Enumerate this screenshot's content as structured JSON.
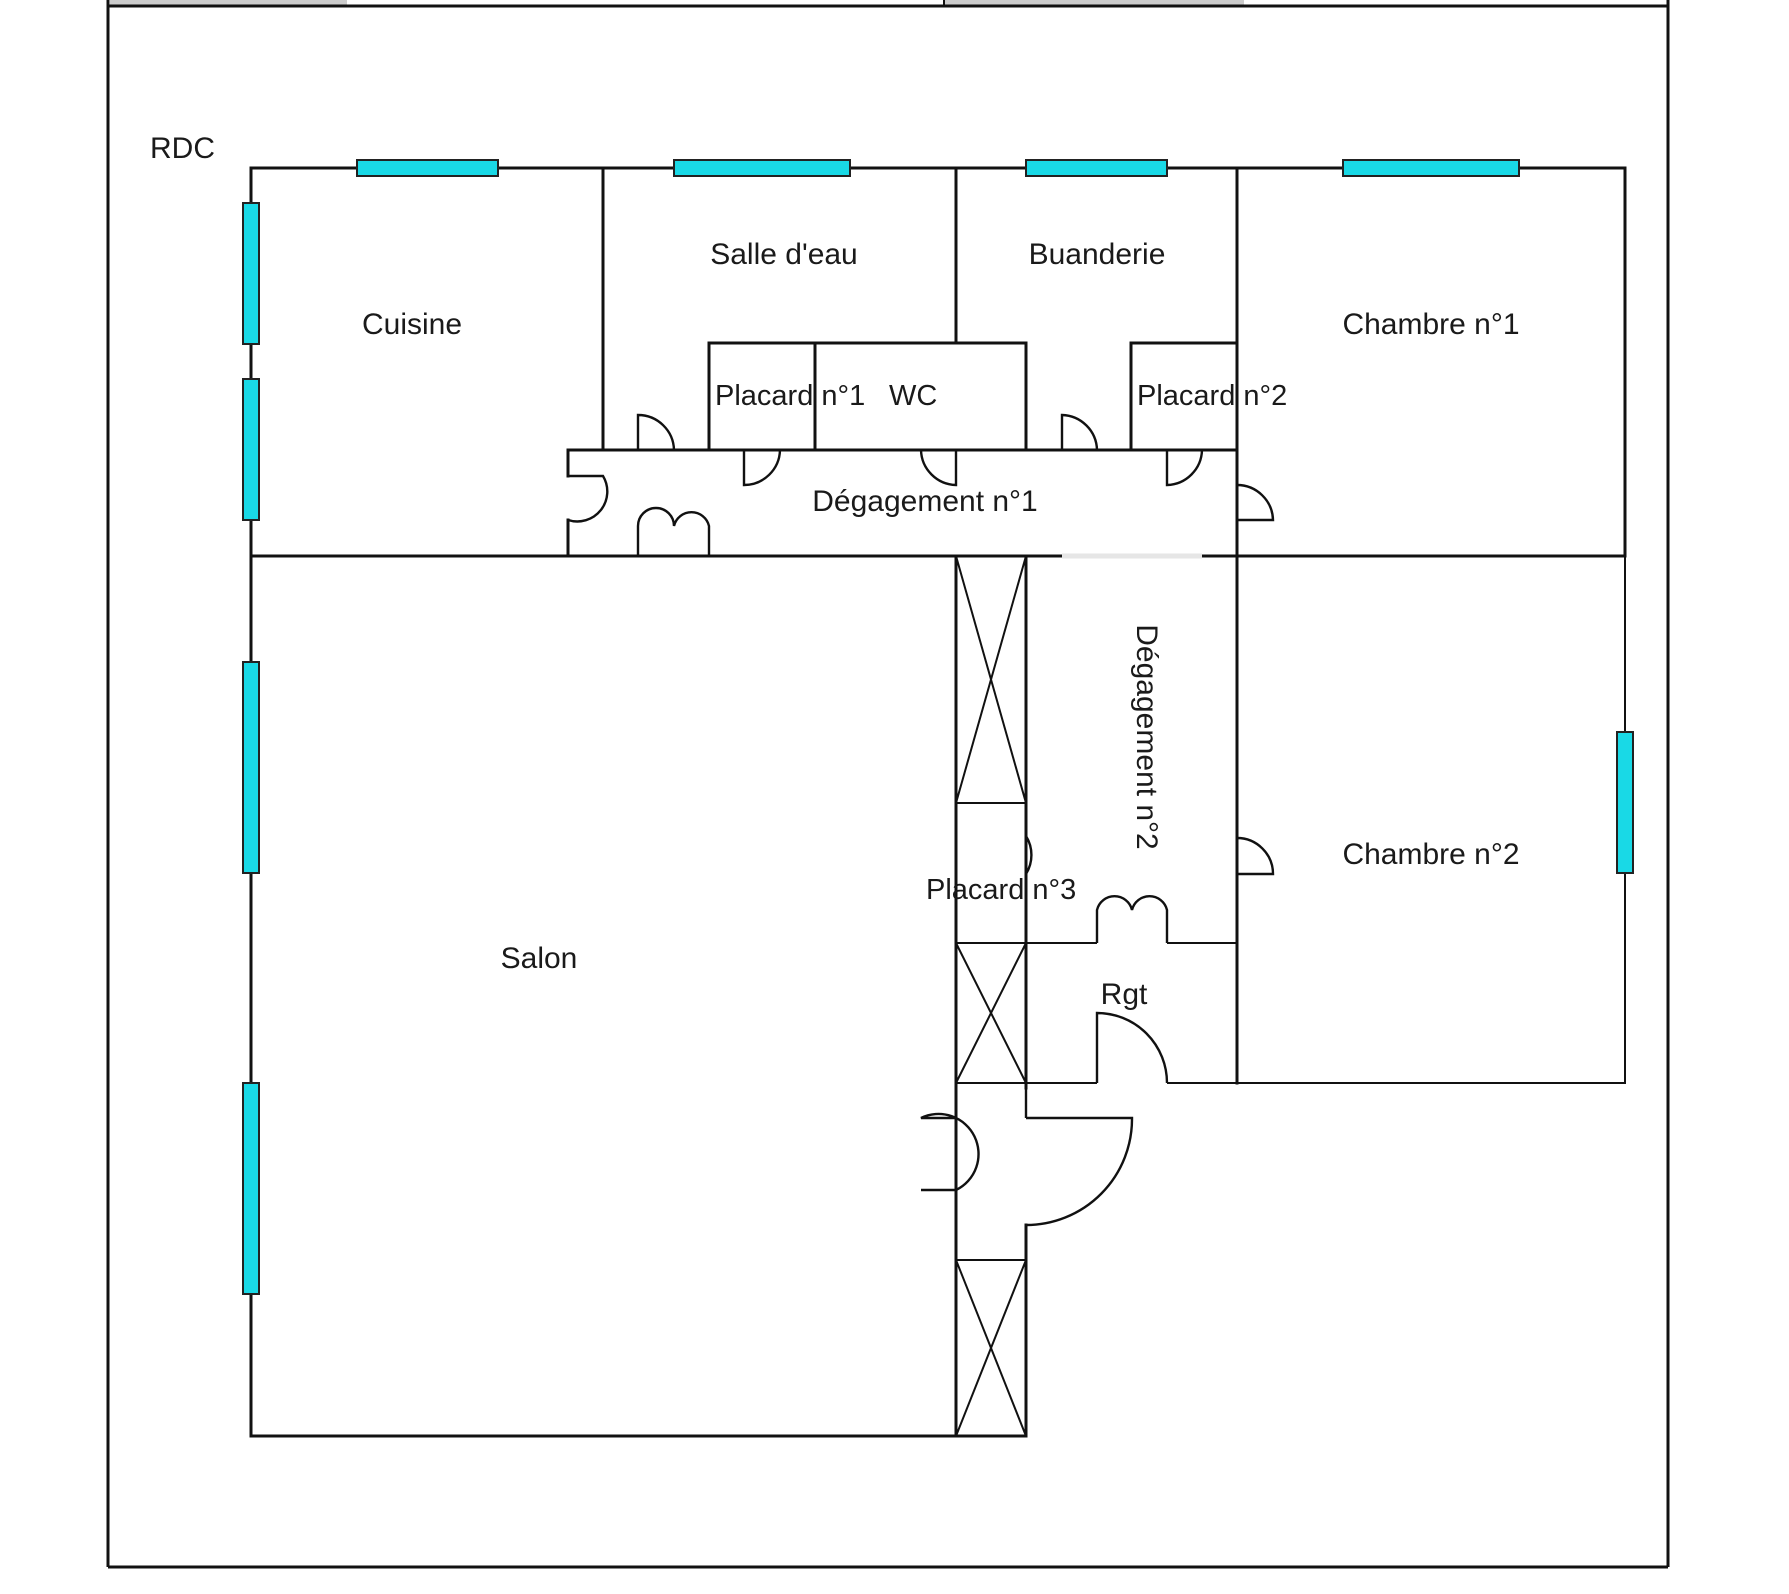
{
  "plan": {
    "level_label": "RDC",
    "rooms": {
      "cuisine": "Cuisine",
      "salle_deau": "Salle d'eau",
      "buanderie": "Buanderie",
      "chambre1": "Chambre n°1",
      "placard1": "Placard n°1",
      "wc": "WC",
      "placard2": "Placard n°2",
      "degagement1": "Dégagement n°1",
      "degagement2": "Dégagement n°2",
      "salon": "Salon",
      "placard3": "Placard n°3",
      "chambre2": "Chambre n°2",
      "rgt": "Rgt"
    }
  },
  "colors": {
    "window_fill": "#19d9e6",
    "wall": "#111111",
    "background": "#ffffff",
    "frame_border": "#111111",
    "top_tab": "#cccccc"
  }
}
